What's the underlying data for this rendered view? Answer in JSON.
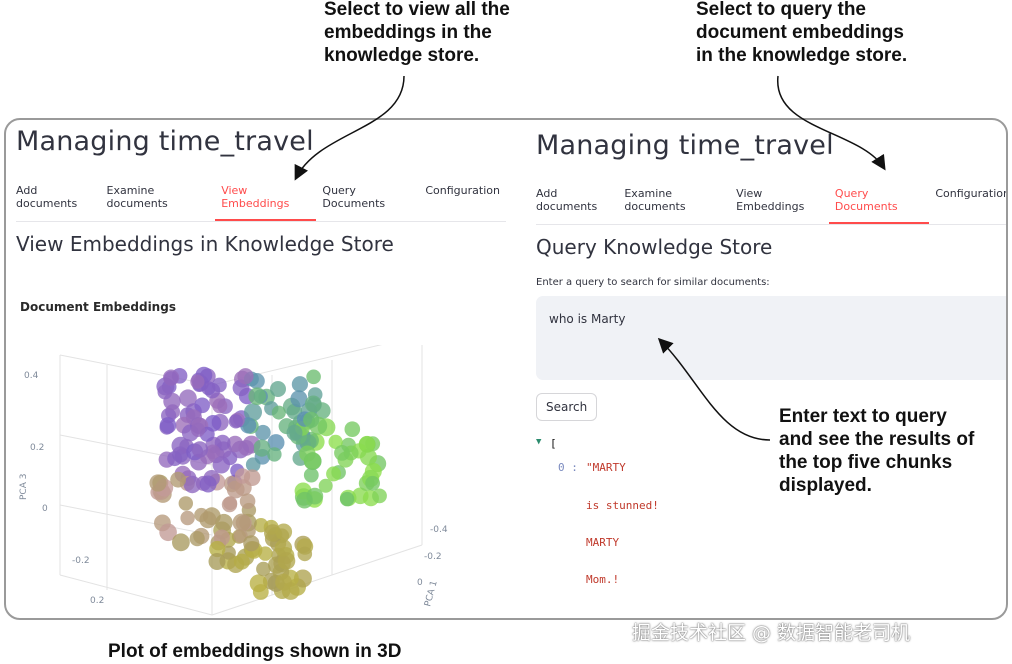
{
  "callouts": {
    "view": "Select to view all the\nembeddings in the\nknowledge store.",
    "query": "Select to query the\ndocument embeddings\nin the knowledge store.",
    "enter": "Enter text to query\nand see the results of\nthe top five chunks\ndisplayed.",
    "plot": "Plot of embeddings shown in 3D"
  },
  "left_panel": {
    "title": "Managing time_travel",
    "tabs": [
      "Add documents",
      "Examine documents",
      "View Embeddings",
      "Query Documents",
      "Configuration"
    ],
    "active_tab": "View Embeddings",
    "section_title": "View Embeddings in Knowledge Store",
    "chart_title": "Document Embeddings"
  },
  "right_panel": {
    "title": "Managing time_travel",
    "tabs": [
      "Add documents",
      "Examine documents",
      "View Embeddings",
      "Query Documents",
      "Configuration"
    ],
    "active_tab": "Query Documents",
    "section_title": "Query Knowledge Store",
    "query_label": "Enter a query to search for similar documents:",
    "query_value": "who is Marty",
    "search_label": "Search",
    "results": {
      "open_bracket": "[",
      "index_label": "0 :",
      "lines": [
        "\"MARTY",
        "is stunned!",
        "MARTY",
        "Mom.!"
      ]
    }
  },
  "chart_data": {
    "type": "scatter",
    "title": "Document Embeddings",
    "zlabel": "PCA 3",
    "xlabel": "PCA 1",
    "z_ticks": [
      "0.4",
      "0.2",
      "0"
    ],
    "x_ticks": [
      "-0.4",
      "-0.2",
      "0"
    ],
    "y_ticks": [
      "-0.2",
      "0.2"
    ],
    "colors": [
      "#7a5bc8",
      "#9e6fb8",
      "#5b8fb3",
      "#6cc06a",
      "#8fe04a",
      "#c49a9a",
      "#a69a5a",
      "#b8b043"
    ]
  },
  "watermark": "掘金技术社区 @ 数据智能老司机"
}
